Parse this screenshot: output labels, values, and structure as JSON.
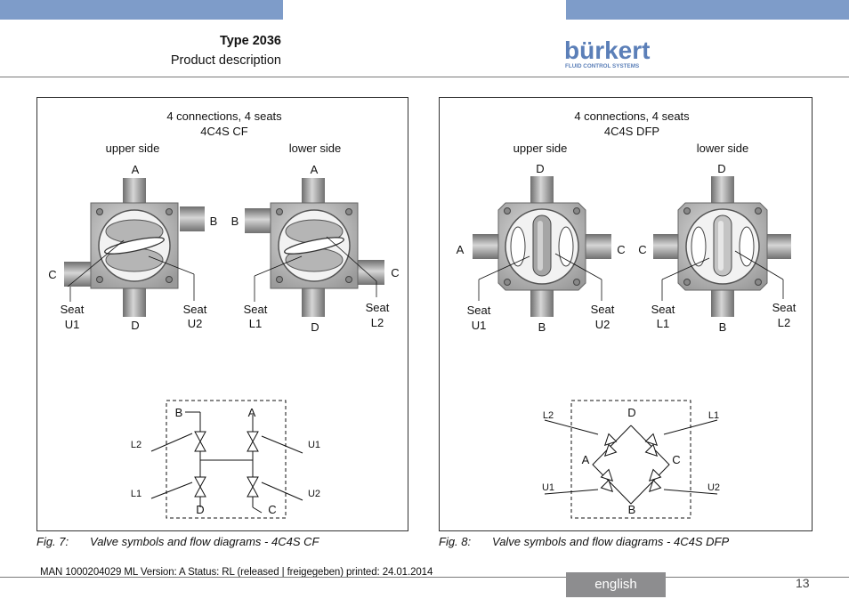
{
  "header": {
    "type_label": "Type 2036",
    "subtitle": "Product description",
    "logo_name": "bürkert",
    "logo_tagline": "FLUID CONTROL SYSTEMS",
    "band_color": "#7e9cc9"
  },
  "fig7": {
    "title_line1": "4 connections, 4 seats",
    "title_line2": "4C4S CF",
    "upper_side": "upper side",
    "lower_side": "lower side",
    "upper_ports": {
      "top": "A",
      "right": "B",
      "left": "C",
      "bottom": "D"
    },
    "lower_ports": {
      "top": "A",
      "left": "B",
      "right": "C",
      "bottom": "D"
    },
    "seat_word": "Seat",
    "seats": {
      "u1": "U1",
      "u2": "U2",
      "l1": "L1",
      "l2": "L2"
    },
    "flow": {
      "b": "B",
      "a": "A",
      "d": "D",
      "c": "C",
      "l2": "L2",
      "u1": "U1",
      "l1": "L1",
      "u2": "U2"
    },
    "caption_num": "Fig. 7:",
    "caption_text": "Valve symbols and flow diagrams - 4C4S CF"
  },
  "fig8": {
    "title_line1": "4 connections, 4 seats",
    "title_line2": "4C4S DFP",
    "upper_side": "upper side",
    "lower_side": "lower side",
    "upper_ports": {
      "top": "D",
      "left": "A",
      "right": "C",
      "bottom": "B"
    },
    "lower_ports": {
      "top": "D",
      "left": "C",
      "bottom": "B"
    },
    "seat_word": "Seat",
    "seats": {
      "u1": "U1",
      "u2": "U2",
      "l1": "L1",
      "l2": "L2"
    },
    "flow": {
      "d": "D",
      "a": "A",
      "c": "C",
      "b": "B",
      "l2": "L2",
      "l1": "L1",
      "u1": "U1",
      "u2": "U2"
    },
    "caption_num": "Fig. 8:",
    "caption_text": "Valve symbols and flow diagrams - 4C4S DFP"
  },
  "footer": {
    "text": "MAN  1000204029  ML  Version: A Status: RL (released | freigegeben)  printed: 24.01.2014",
    "language": "english",
    "page_number": "13"
  }
}
